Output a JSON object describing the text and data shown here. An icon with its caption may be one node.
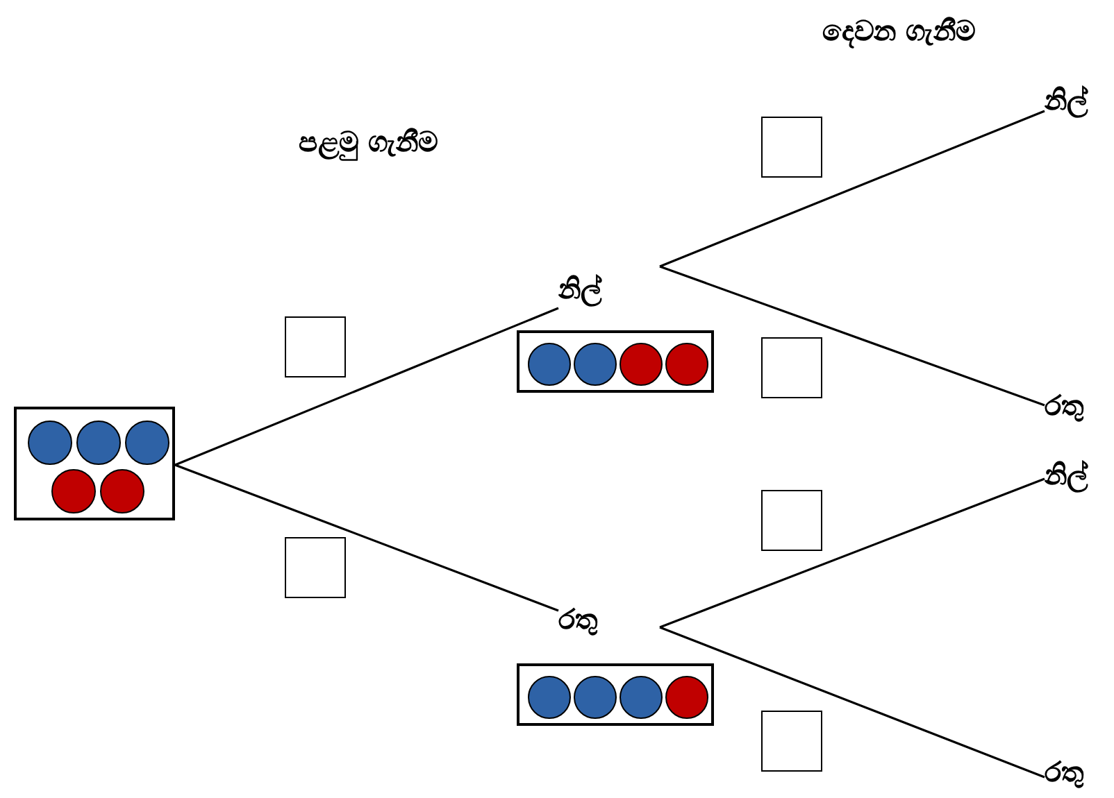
{
  "diagram": {
    "nodes": [
      {
        "text": [],
        "shape": "box"
      },
      {
        "text": [],
        "shape": "circle",
        "in": 0
      },
      {
        "text": [],
        "shape": "circle",
        "in": 0
      },
      {
        "text": [],
        "shape": "circle",
        "in": 0
      },
      {
        "text": [],
        "shape": "circle",
        "in": 0
      },
      {
        "text": [],
        "shape": "circle",
        "in": 0
      },
      {
        "text": [
          "නිල්"
        ]
      },
      {
        "text": [],
        "shape": "box"
      },
      {
        "text": [],
        "shape": "circle",
        "in": 7
      },
      {
        "text": [],
        "shape": "circle",
        "in": 7
      },
      {
        "text": [],
        "shape": "circle",
        "in": 7
      },
      {
        "text": [],
        "shape": "circle",
        "in": 7
      },
      {
        "text": [
          "රතු"
        ]
      },
      {
        "text": [],
        "shape": "box"
      },
      {
        "text": [],
        "shape": "circle",
        "in": 13
      },
      {
        "text": [],
        "shape": "circle",
        "in": 13
      },
      {
        "text": [],
        "shape": "circle",
        "in": 13
      },
      {
        "text": [],
        "shape": "circle",
        "in": 13
      },
      {
        "text": [
          "නිල්"
        ]
      },
      {
        "text": [
          "රතු"
        ]
      },
      {
        "text": [
          "නිල්"
        ]
      },
      {
        "text": [
          "රතු"
        ]
      },
      {
        "text": [],
        "shape": "box"
      },
      {
        "text": [],
        "shape": "box"
      },
      {
        "text": [],
        "shape": "box"
      },
      {
        "text": [],
        "shape": "box"
      },
      {
        "text": [],
        "shape": "box"
      },
      {
        "text": [],
        "shape": "box"
      }
    ],
    "edges": [
      {
        "from": 0,
        "to": 6,
        "arrow": "none"
      },
      {
        "from": 0,
        "to": 12,
        "arrow": "none"
      },
      {
        "from": 6,
        "to": 18,
        "arrow": "none"
      },
      {
        "from": 6,
        "to": 19,
        "arrow": "none"
      },
      {
        "from": 12,
        "to": 20,
        "arrow": "none"
      },
      {
        "from": 12,
        "to": 21,
        "arrow": "none"
      }
    ],
    "labels": [
      "දෙවන ගැනීම",
      "පළමු ගැනීම"
    ]
  }
}
